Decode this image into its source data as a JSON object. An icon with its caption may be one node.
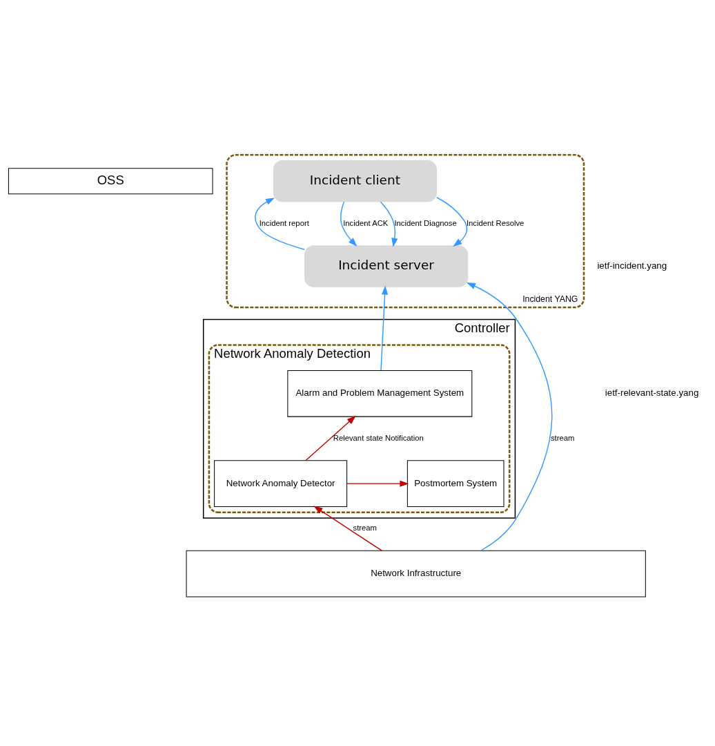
{
  "diagram": {
    "nodes": [
      {
        "text": [
          "OSS"
        ]
      },
      {
        "text": [
          "Incident YANG"
        ]
      },
      {
        "text": [
          "Incident client"
        ],
        "in": 1
      },
      {
        "text": [
          "Incident server"
        ],
        "in": 1
      },
      {
        "text": [
          "Controller"
        ]
      },
      {
        "text": [
          "Network Anomaly Detection"
        ],
        "in": 4
      },
      {
        "text": [
          "Alarm and Problem Management System"
        ],
        "in": 5
      },
      {
        "text": [
          "Postmortem System"
        ],
        "in": 5
      },
      {
        "text": [
          "Network Anomaly Detector"
        ],
        "in": 5
      },
      {
        "text": [
          "Network Infrastructure"
        ]
      }
    ],
    "edges": [
      {
        "from": 3,
        "to": 2,
        "arrow": "to",
        "label": "Incident report"
      },
      {
        "from": 2,
        "to": 3,
        "arrow": "to",
        "label": "Incident ACK"
      },
      {
        "from": 2,
        "to": 3,
        "arrow": "to",
        "label": "Incident Diagnose"
      },
      {
        "from": 2,
        "to": 3,
        "arrow": "to",
        "label": "Incident Resolve"
      },
      {
        "from": 6,
        "to": 3,
        "arrow": "to"
      },
      {
        "from": 8,
        "to": 6,
        "arrow": "to",
        "label": "Relevant state Notification",
        "color": "#c00000"
      },
      {
        "from": 8,
        "to": 7,
        "arrow": "to",
        "color": "#c00000"
      },
      {
        "from": 9,
        "to": 8,
        "arrow": "to",
        "label": "stream",
        "color": "#c00000"
      },
      {
        "from": 9,
        "to": 3,
        "arrow": "to",
        "label": "stream"
      }
    ],
    "labels": [
      "ietf-incident.yang",
      "ietf-relevant-state.yang"
    ]
  }
}
